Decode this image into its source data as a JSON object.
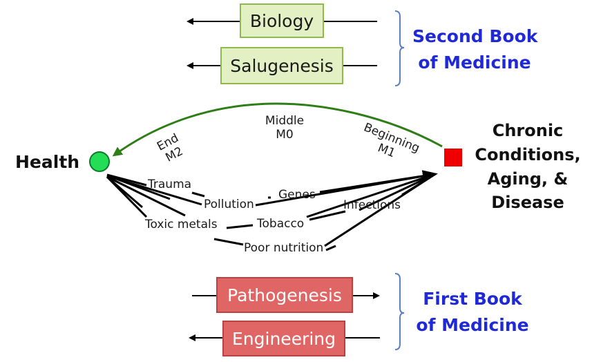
{
  "top_group": {
    "boxes": [
      "Biology",
      "Salugenesis"
    ],
    "bracket_label": [
      "Second Book",
      "of Medicine"
    ]
  },
  "bottom_group": {
    "boxes": [
      "Pathogenesis",
      "Engineering"
    ],
    "bracket_label": [
      "First Book",
      "of Medicine"
    ]
  },
  "nodes": {
    "health": "Health",
    "chronic": [
      "Chronic",
      "Conditions,",
      "Aging, &",
      "Disease"
    ]
  },
  "arc_labels": {
    "middle": [
      "Middle",
      "M0"
    ],
    "end": [
      "End",
      "M2"
    ],
    "beginning": [
      "Beginning",
      "M1"
    ]
  },
  "factors": [
    "Trauma",
    "Pollution",
    "Genes",
    "Infections",
    "Toxic metals",
    "Tobacco",
    "Poor nutrition"
  ],
  "colors": {
    "arc": "#2e7d16",
    "health_node": "#22dd55",
    "disease_node": "#ee0000",
    "bracket": "#5b7fbf",
    "label_blue": "#1f2ad6",
    "green_box_fill": "#e2f0c4",
    "red_box_fill": "#e06666"
  }
}
